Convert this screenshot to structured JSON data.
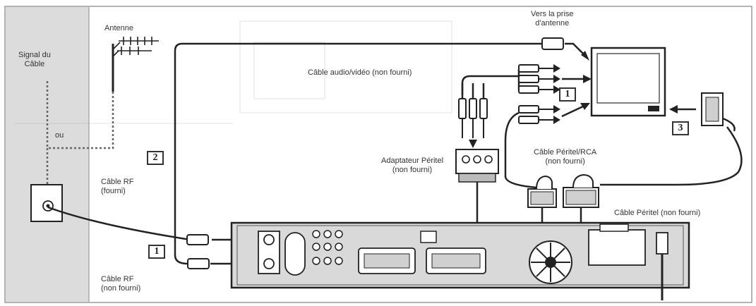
{
  "labels": {
    "antenna": "Antenne",
    "cable_signal": "Signal du\nCâble",
    "or": "ou",
    "to_antenna_jack": "Vers la prise\nd'antenne",
    "av_cable": "Câble audio/vidéo (non fourni)",
    "scart_adapter": "Adaptateur Péritel\n(non fourni)",
    "scart_rca_cable": "Câble Péritel/RCA\n(non fourni)",
    "rf_cable_supplied": "Câble RF\n(fourni)",
    "scart_cable": "Câble Péritel (non fourni)",
    "rf_cable_not_supplied": "Câble RF\n(non fourni)"
  },
  "steps": [
    "1",
    "2",
    "3"
  ],
  "colors": {
    "line": "#222222",
    "dotted": "#666666",
    "panel": "#dcdcdc",
    "device": "#d9d9d9",
    "badge_border": "#333333"
  },
  "icons": [
    "antenna-icon",
    "wall-outlet-icon",
    "tv-icon",
    "scart-plug-icon",
    "dvd-recorder-icon",
    "scart-adapter-icon",
    "rca-plug-icon",
    "fan-icon"
  ]
}
